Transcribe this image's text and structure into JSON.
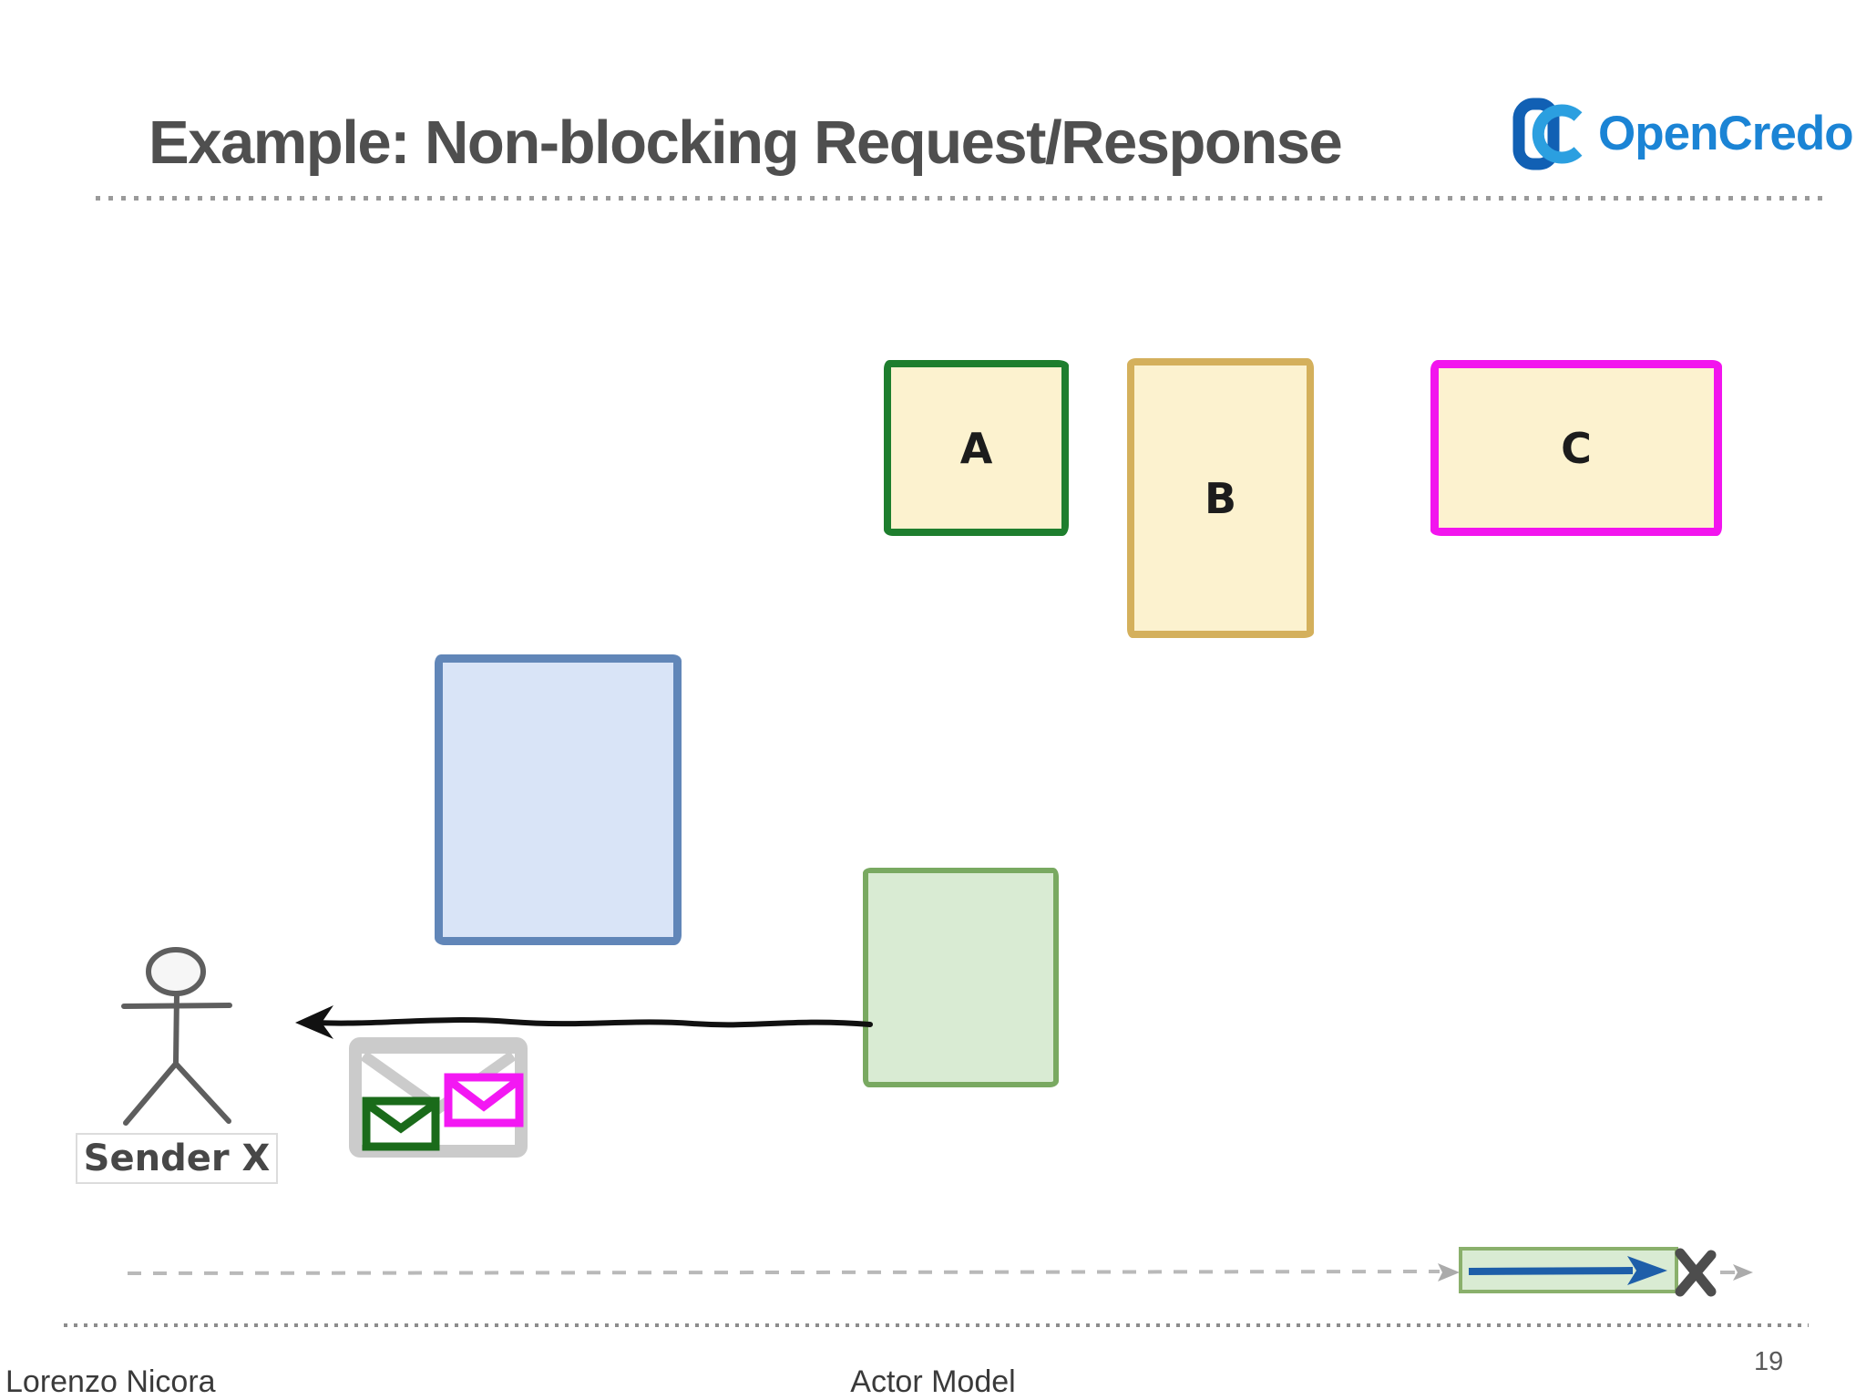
{
  "title": "Example: Non-blocking Request/Response",
  "logo": {
    "mark": "OC",
    "name": "OpenCredo",
    "mark_dark_color": "#1160b4",
    "mark_light_color": "#2b9fe0",
    "text_color": "#1b84d5"
  },
  "diagram": {
    "actor_a": {
      "label": "A",
      "border_color": "#1e7e2e",
      "fill_color": "#fcf2cf"
    },
    "actor_b": {
      "label": "B",
      "border_color": "#d4b05c",
      "fill_color": "#fcf2cf"
    },
    "actor_c": {
      "label": "C",
      "border_color": "#f215ee",
      "fill_color": "#fcf2cf"
    },
    "blue_box": {
      "border_color": "#6186b8",
      "fill_color": "#d9e4f7"
    },
    "green_box": {
      "border_color": "#79a961",
      "fill_color": "#d9ebd3"
    },
    "sender_label": "Sender X",
    "message_arrow_color": "#111111",
    "envelopes": {
      "outer_icon": "envelope",
      "outer_color": "#cbcbcb",
      "green_envelope_color": "#1a6b1a",
      "magenta_envelope_color": "#f318f3"
    },
    "timeline": {
      "dashed_line_color": "#b9b9b9",
      "segment_fill": "#d9ebd3",
      "segment_border": "#8ab06c",
      "arrow_color": "#1e5ea9",
      "end_mark": "✗",
      "end_mark_color": "#4d4d4d"
    }
  },
  "icons": {
    "logo_mark": "OC-monogram",
    "stick_figure": "stick-figure",
    "message_arrow": "←",
    "timeline_arrow": "→",
    "x_mark": "✗",
    "envelope": "✉"
  },
  "footer": {
    "author": "Lorenzo Nicora",
    "center_text": "Actor Model",
    "page_number": "19"
  }
}
